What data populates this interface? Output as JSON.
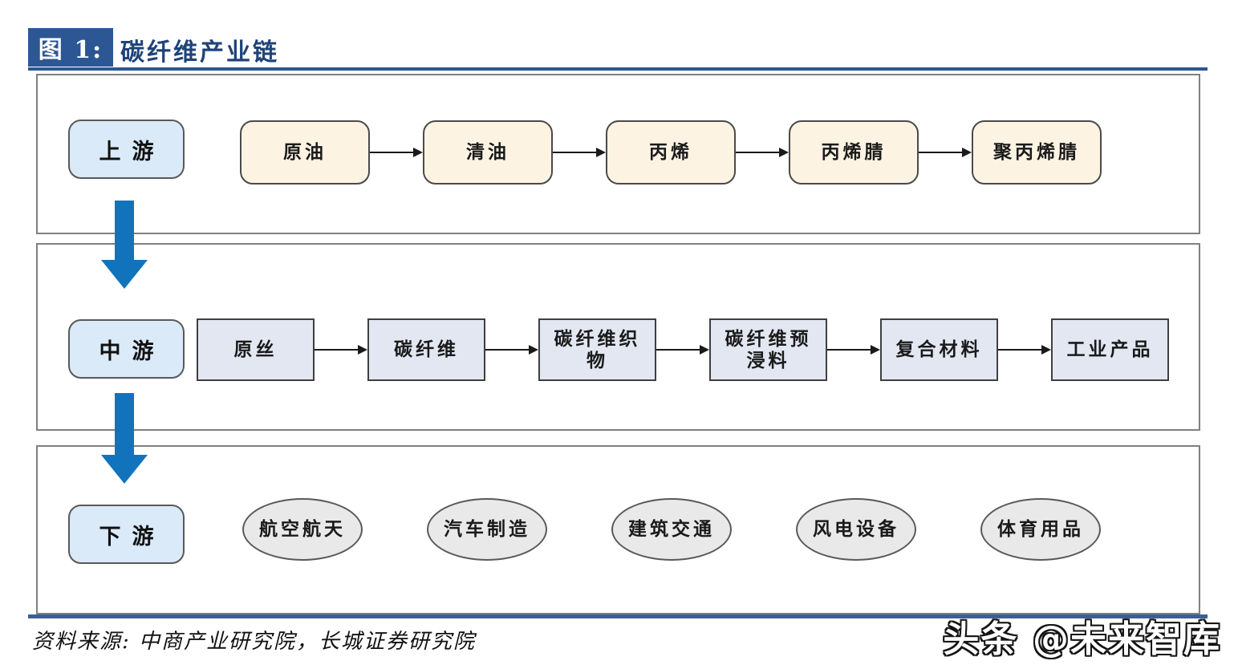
{
  "figure": {
    "label": "图 1:",
    "title": "碳纤维产业链"
  },
  "stages": {
    "upstream": "上游",
    "midstream": "中游",
    "downstream": "下游"
  },
  "upstream": {
    "items": [
      "原油",
      "清油",
      "丙烯",
      "丙烯腈",
      "聚丙烯腈"
    ]
  },
  "midstream": {
    "items": [
      "原丝",
      "碳纤维",
      "碳纤维织物",
      "碳纤维预浸料",
      "复合材料",
      "工业产品"
    ]
  },
  "downstream": {
    "items": [
      "航空航天",
      "汽车制造",
      "建筑交通",
      "风电设备",
      "体育用品"
    ]
  },
  "footer": {
    "source": "资料来源: 中商产业研究院，长城证券研究院",
    "watermark": "头条 @未来智库"
  },
  "colors": {
    "accent_blue": "#2d5794",
    "title_text_blue": "#1f4379",
    "arrow_blue": "#1273bd",
    "upstream_node_fill": "#fdf3e3",
    "stage_node_fill": "#dbeaf8",
    "midstream_node_fill": "#e2e7f2",
    "downstream_node_fill": "#e9e9e9",
    "panel_border_gray": "#808080"
  }
}
